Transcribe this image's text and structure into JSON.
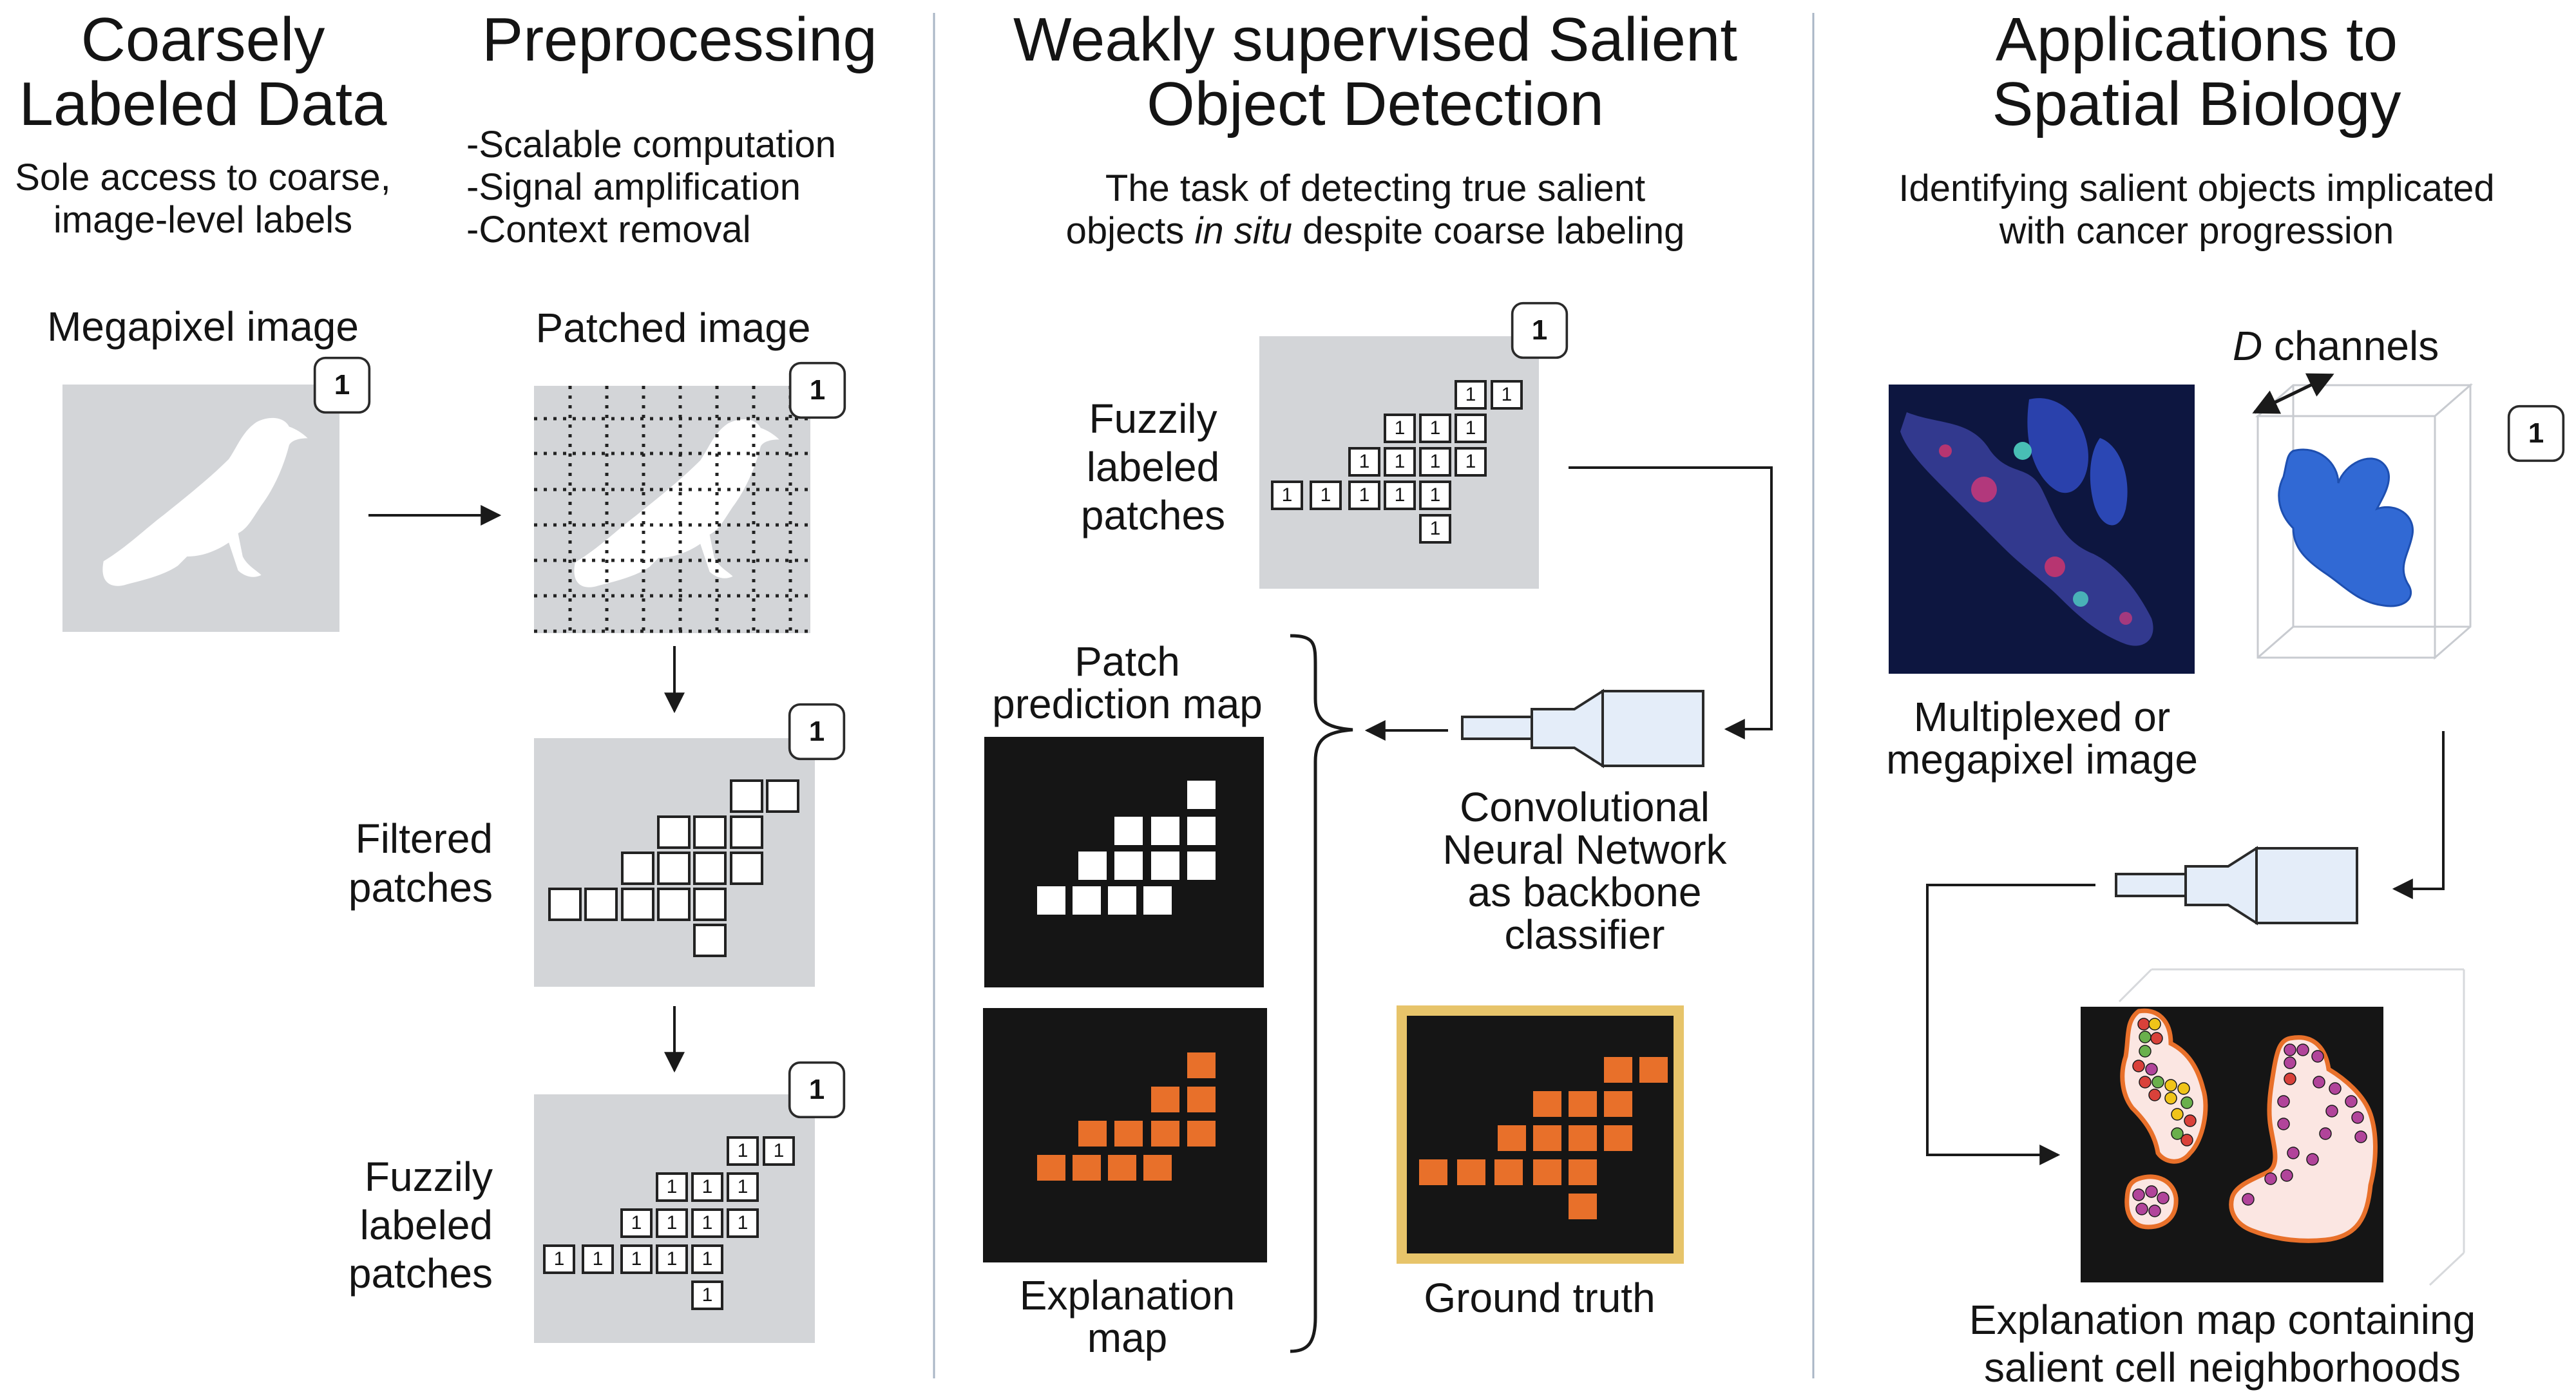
{
  "sections": {
    "coarse": {
      "title_line1": "Coarsely",
      "title_line2": "Labeled Data",
      "subtitle_line1": "Sole access to coarse,",
      "subtitle_line2": "image-level labels",
      "image_label": "Megapixel image"
    },
    "preprocessing": {
      "title": "Preprocessing",
      "bullets": [
        "-Scalable computation",
        "-Signal amplification",
        "-Context removal"
      ],
      "patched_label": "Patched image",
      "filtered_label_line1": "Filtered",
      "filtered_label_line2": "patches",
      "fuzzy_label_line1": "Fuzzily",
      "fuzzy_label_line2": "labeled",
      "fuzzy_label_line3": "patches"
    },
    "wsod": {
      "title_line1": "Weakly supervised Salient",
      "title_line2": "Object Detection",
      "subtitle_line1": "The task of detecting true salient",
      "subtitle_line2_pre": "objects ",
      "subtitle_line2_em": "in situ",
      "subtitle_line2_post": " despite coarse labeling",
      "fuzzy_label_line1": "Fuzzily",
      "fuzzy_label_line2": "labeled",
      "fuzzy_label_line3": "patches",
      "patch_pred_line1": "Patch",
      "patch_pred_line2": "prediction map",
      "cnn_line1": "Convolutional",
      "cnn_line2": "Neural Network",
      "cnn_line3": "as backbone",
      "cnn_line4": "classifier",
      "explanation_line1": "Explanation",
      "explanation_line2": "map",
      "ground_truth": "Ground truth"
    },
    "spatial": {
      "title_line1": "Applications to",
      "title_line2": "Spatial Biology",
      "subtitle_line1": "Identifying salient objects implicated",
      "subtitle_line2": "with cancer progression",
      "channels_pre": "D",
      "channels_post": " channels",
      "multiplex_line1": "Multiplexed or",
      "multiplex_line2": "megapixel image",
      "explanation_line1": "Explanation map containing",
      "explanation_line2": "salient cell neighborhoods"
    }
  },
  "badge_value": "1",
  "patch_label_value": "1",
  "colors": {
    "panel_gray": "#d3d5d8",
    "map_black": "#151515",
    "highlight_orange": "#e8702a",
    "ground_truth_border": "#e7c46a",
    "divider": "#a9b6c6",
    "network_fill": "#e4edf9",
    "tissue_blue": "#2f64d3",
    "cell_purple": "#b1449a",
    "cell_red": "#d9413a",
    "cell_green": "#6ab04c",
    "cell_yellow": "#f0c419",
    "neighborhood_fill": "#fbe6e2"
  },
  "icons": [
    "bird-silhouette-icon",
    "cnn-funnel-icon",
    "label-badge-icon",
    "curly-brace-icon",
    "tissue-3d-icon"
  ]
}
